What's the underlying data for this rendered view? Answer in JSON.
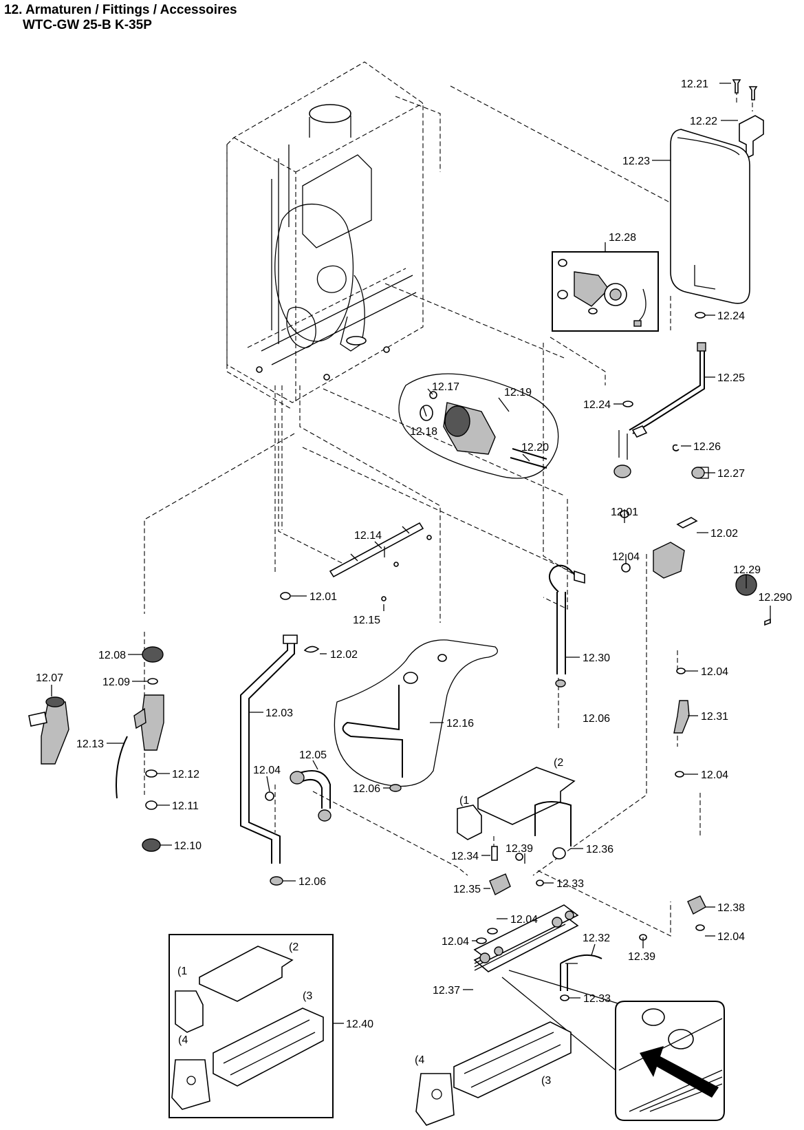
{
  "title": {
    "line1": "12. Armaturen / Fittings / Accessoires",
    "line2": "WTC-GW 25-B K-35P"
  },
  "part_labels": {
    "p1221": "12.21",
    "p1222": "12.22",
    "p1223": "12.23",
    "p1228": "12.28",
    "p1224a": "12.24",
    "p1225": "12.25",
    "p1224b": "12.24",
    "p1226": "12.26",
    "p1227": "12.27",
    "p1217": "12.17",
    "p1219": "12.19",
    "p1218": "12.18",
    "p1220": "12.20",
    "p1201a": "12.01",
    "p1202a": "12.02",
    "p1204a": "12.04",
    "p1229": "12.29",
    "p12290": "12.290",
    "p1214": "12.14",
    "p1215": "12.15",
    "p1201b": "12.01",
    "p1202b": "12.02",
    "p1230": "12.30",
    "p1204b": "12.04",
    "p1208": "12.08",
    "p1207": "12.07",
    "p1209": "12.09",
    "p1203": "12.03",
    "p1216": "12.16",
    "p1206a": "12.06",
    "p1231": "12.31",
    "p1213": "12.13",
    "p1205": "12.05",
    "p1204c": "12.04",
    "p1204d": "12.04",
    "p1212": "12.12",
    "p1206b": "12.06",
    "p1211": "12.11",
    "p1210": "12.10",
    "p1236": "12.36",
    "p1234": "12.34",
    "p1239a": "12.39",
    "p1233a": "12.33",
    "p1235": "12.35",
    "p1206c": "12.06",
    "p1238": "12.38",
    "p1204e": "12.04",
    "p1204f": "12.04",
    "p1204g": "12.04",
    "p1232": "12.32",
    "p1239b": "12.39",
    "p1237": "12.37",
    "p1233b": "12.33",
    "p1240": "12.40"
  },
  "kit_markers": {
    "m1": "(1",
    "m2": "(2",
    "m3": "(3",
    "m4": "(4",
    "b1": "(1",
    "b2": "(2",
    "b3": "(3",
    "b4": "(4"
  }
}
